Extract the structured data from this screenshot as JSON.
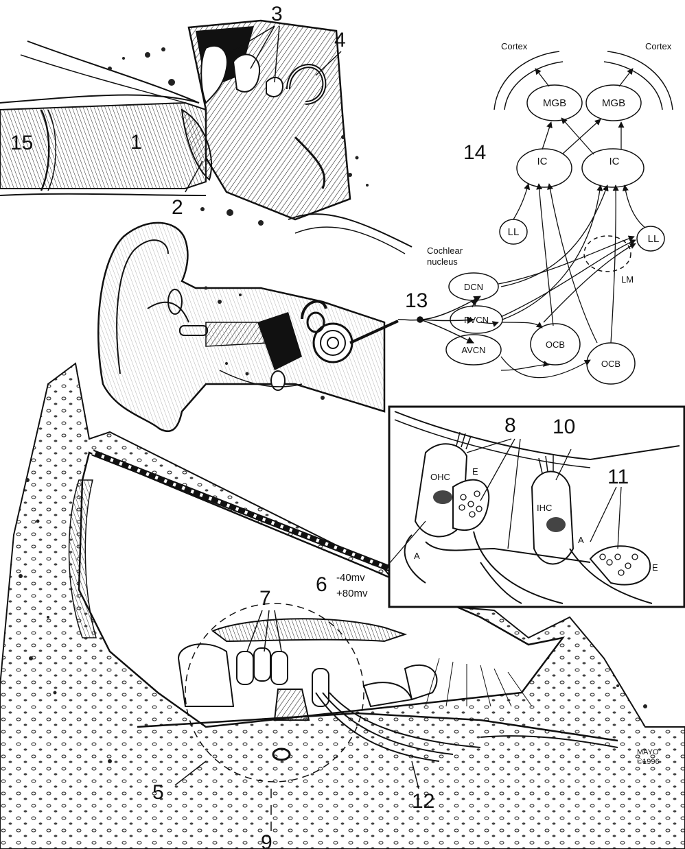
{
  "numbers": {
    "n1": "1",
    "n2": "2",
    "n3": "3",
    "n4": "4",
    "n5": "5",
    "n6": "6",
    "n7": "7",
    "n8": "8",
    "n9": "9",
    "n10": "10",
    "n11": "11",
    "n12": "12",
    "n13": "13",
    "n14": "14",
    "n15": "15"
  },
  "pathway": {
    "cortex_left": "Cortex",
    "cortex_right": "Cortex",
    "mgb_left": "MGB",
    "mgb_right": "MGB",
    "ic_left": "IC",
    "ic_right": "IC",
    "ll_left": "LL",
    "ll_right": "LL",
    "lm": "LM",
    "cochlear_nucleus_line1": "Cochlear",
    "cochlear_nucleus_line2": "nucleus",
    "dcn": "DCN",
    "pvcn": "PVCN",
    "avcn": "AVCN",
    "ocb_left": "OCB",
    "ocb_right": "OCB"
  },
  "inset": {
    "ohc": "OHC",
    "ihc": "IHC",
    "e_left": "E",
    "e_right": "E",
    "a_left": "A",
    "a_right": "A",
    "potential_top": "-40mv",
    "potential_bottom": "+80mv"
  },
  "credit": {
    "line1": "MAYO",
    "line2": "©1996"
  }
}
